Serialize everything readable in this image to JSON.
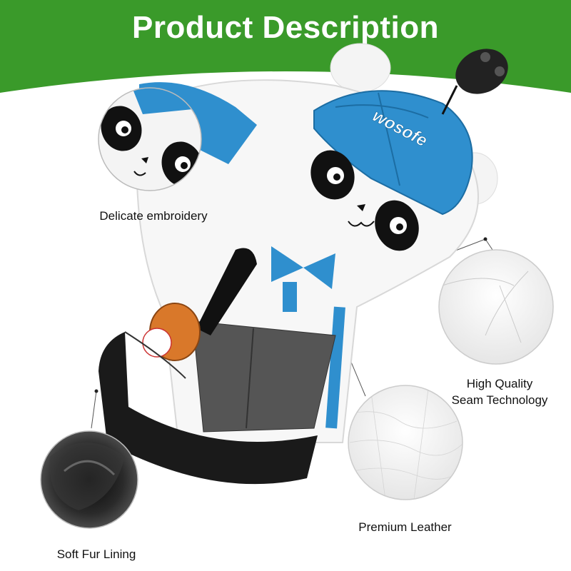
{
  "title": "Product Description",
  "product": {
    "logo_text": "wosofe"
  },
  "callouts": {
    "embroidery": "Delicate embroidery",
    "seam_line1": "High Quality",
    "seam_line2": "Seam Technology",
    "leather": "Premium Leather",
    "fur": "Soft Fur Lining"
  },
  "colors": {
    "banner": "#3a9a2a",
    "brand_blue": "#2f8fce",
    "fur_black": "#1a1a1a",
    "ball_orange": "#d9782a"
  },
  "icons": {
    "zoom_embroidery": "panda-face-closeup",
    "zoom_seam": "leather-seam-closeup",
    "zoom_leather": "leather-texture-closeup",
    "zoom_fur": "fur-lining-closeup"
  }
}
